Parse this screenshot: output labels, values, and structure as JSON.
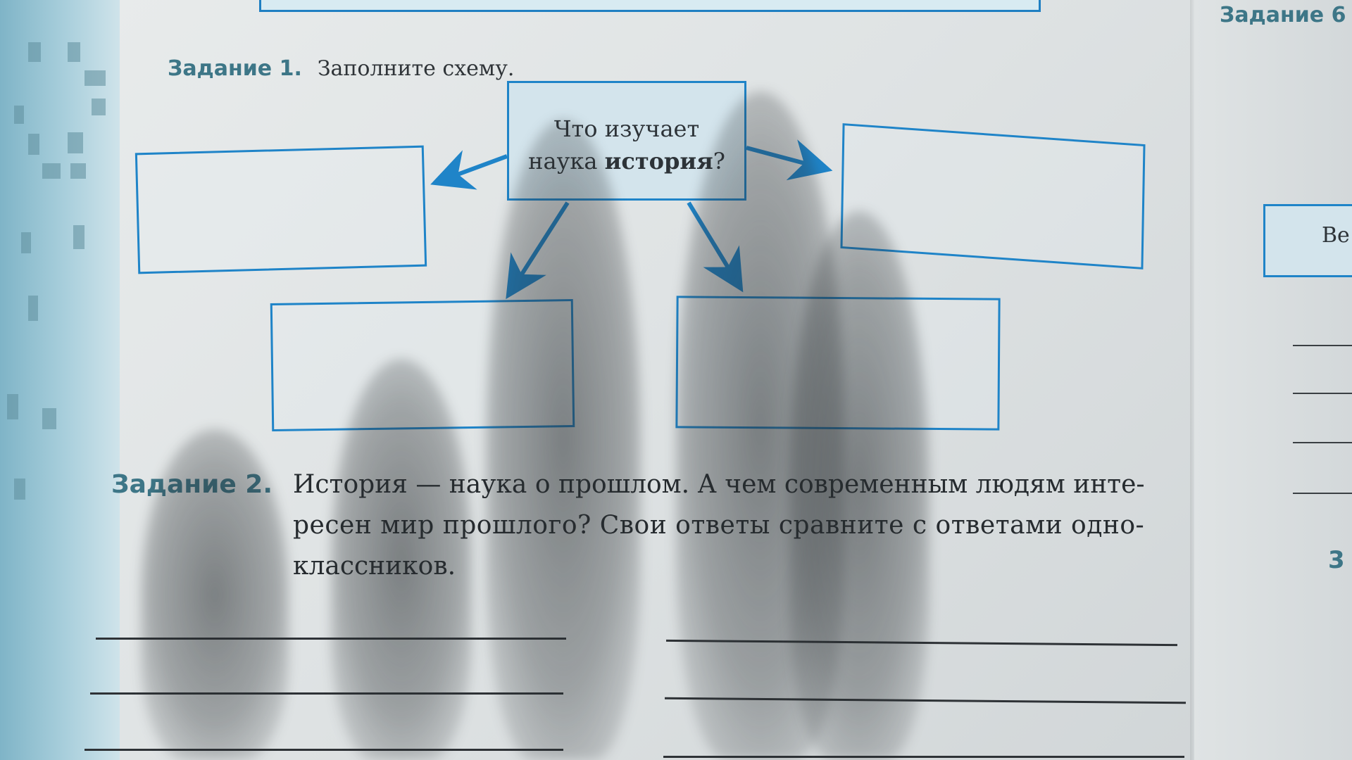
{
  "task1": {
    "heading": "Задание 1.",
    "instruction": "Заполните схему."
  },
  "diagram": {
    "center_line1": "Что изучает",
    "center_line2_plain": "наука ",
    "center_line2_bold": "история",
    "center_line2_end": "?",
    "answer_boxes": [
      "",
      "",
      "",
      ""
    ],
    "arrow_color": "#1f84c8",
    "box_border_color": "#1f84c8"
  },
  "task2": {
    "heading": "Задание 2.",
    "line1": "История — наука о прошлом. А чем современным людям инте-",
    "line2": "ресен мир прошлого? Свои ответы сравните с ответами одно-",
    "line3": "классников.",
    "heading_color": "#3d7687"
  },
  "right_page": {
    "heading": "Задание 6",
    "box_text": "Ве",
    "number": "3"
  }
}
